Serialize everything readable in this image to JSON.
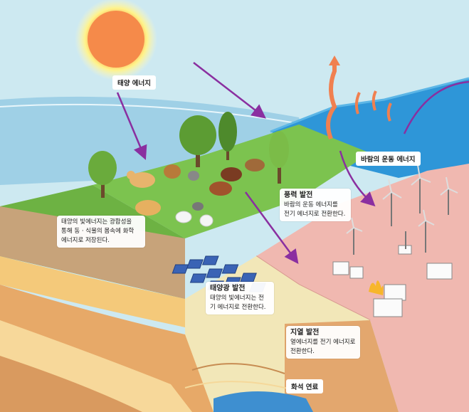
{
  "labels": {
    "solar_energy": "태양 에너지",
    "wind_kinetic": "바람의 운동 에너지",
    "fossil_fuel": "화석 연료",
    "wind_power": {
      "title": "풍력 발전",
      "desc": "바람의 운동 에너지를\n전기 에너지로 전환한다."
    },
    "photosynthesis": {
      "desc": "태양의 빛에너지는 광합성을\n통해 동 · 식물의 몸속에 화학\n에너지로 저장된다."
    },
    "solar_power": {
      "title": "태양광 발전",
      "desc": "태양의 빛에너지는 전\n기 에너지로 전환한다."
    },
    "geothermal": {
      "title": "지열 발전",
      "desc": "열에너지를 전기 에너지로\n전환한다."
    }
  },
  "colors": {
    "sky": "#bfe4ee",
    "sea": "#a9d5e8",
    "grass": "#7cc34f",
    "arrow": "#8a2fa0",
    "sun": "#f7a13e"
  }
}
